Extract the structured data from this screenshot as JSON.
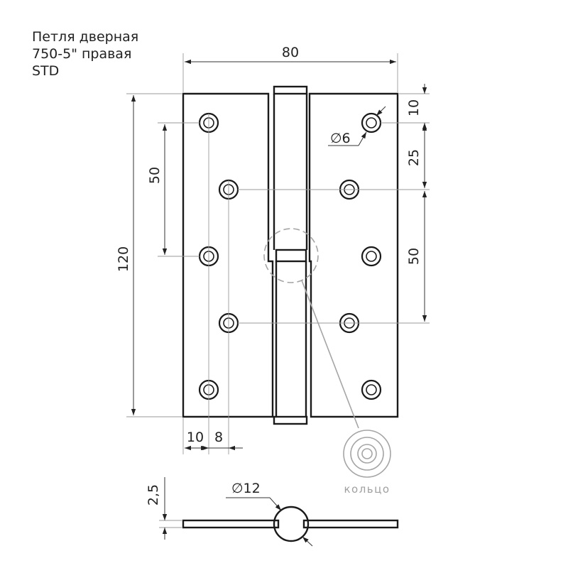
{
  "title": {
    "line1": "Петля  дверная",
    "line2": "750-5\" правая",
    "line3": "STD"
  },
  "dimensions": {
    "width_total": "80",
    "height_total": "120",
    "hole_spacing_left": "50",
    "top_offset": "10",
    "hole_spacing_right_top": "25",
    "hole_spacing_right": "50",
    "hole_diameter": "∅6",
    "edge_offset": "10",
    "stagger_offset": "8",
    "thickness": "2,5",
    "knuckle_diameter": "∅12"
  },
  "callout": {
    "label": "кольцо"
  },
  "colors": {
    "line": "#1a1a1a",
    "callout": "#a5a5a5"
  }
}
